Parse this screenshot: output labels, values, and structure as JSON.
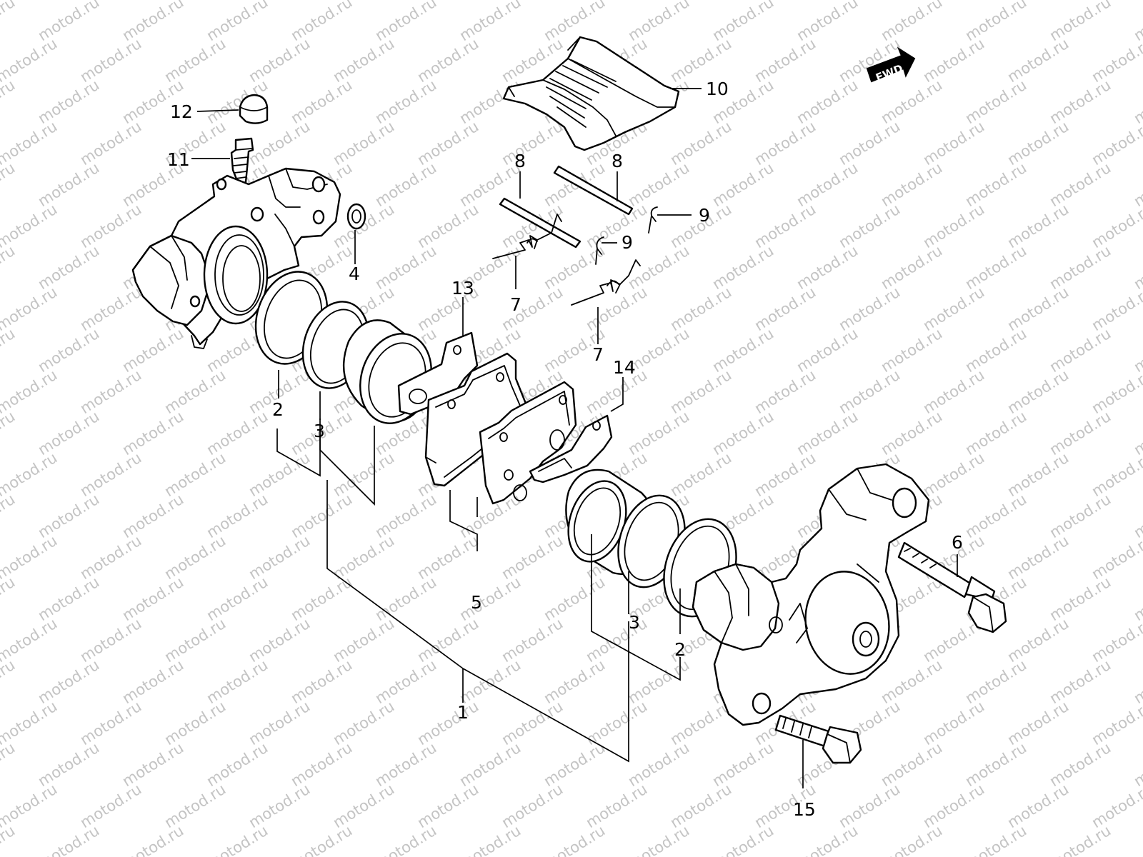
{
  "watermark": {
    "text": "motod.ru"
  },
  "direction_marker": {
    "label": "FWD"
  },
  "callouts": [
    {
      "id": "c10",
      "label": "10"
    },
    {
      "id": "c12",
      "label": "12"
    },
    {
      "id": "c11",
      "label": "11"
    },
    {
      "id": "c8a",
      "label": "8"
    },
    {
      "id": "c8b",
      "label": "8"
    },
    {
      "id": "c9a",
      "label": "9"
    },
    {
      "id": "c9b",
      "label": "9"
    },
    {
      "id": "c4",
      "label": "4"
    },
    {
      "id": "c7a",
      "label": "7"
    },
    {
      "id": "c7b",
      "label": "7"
    },
    {
      "id": "c13",
      "label": "13"
    },
    {
      "id": "c14",
      "label": "14"
    },
    {
      "id": "c2a",
      "label": "2"
    },
    {
      "id": "c3a",
      "label": "3"
    },
    {
      "id": "c5",
      "label": "5"
    },
    {
      "id": "c6",
      "label": "6"
    },
    {
      "id": "c3b",
      "label": "3"
    },
    {
      "id": "c2b",
      "label": "2"
    },
    {
      "id": "c1",
      "label": "1"
    },
    {
      "id": "c15",
      "label": "15"
    }
  ]
}
